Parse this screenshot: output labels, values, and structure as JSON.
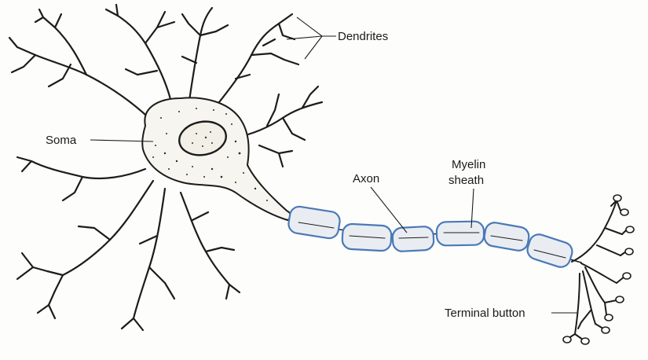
{
  "labels": {
    "dendrites": "Dendrites",
    "soma": "Soma",
    "axon": "Axon",
    "myelin_line1": "Myelin",
    "myelin_line2": "sheath",
    "terminal": "Terminal button"
  },
  "colors": {
    "ink": "#1c1c1c",
    "myelin_stroke": "#4a79b8",
    "myelin_fill": "#e9edf2",
    "soma_fill": "#f7f5ef",
    "paper": "#fdfdfb"
  }
}
